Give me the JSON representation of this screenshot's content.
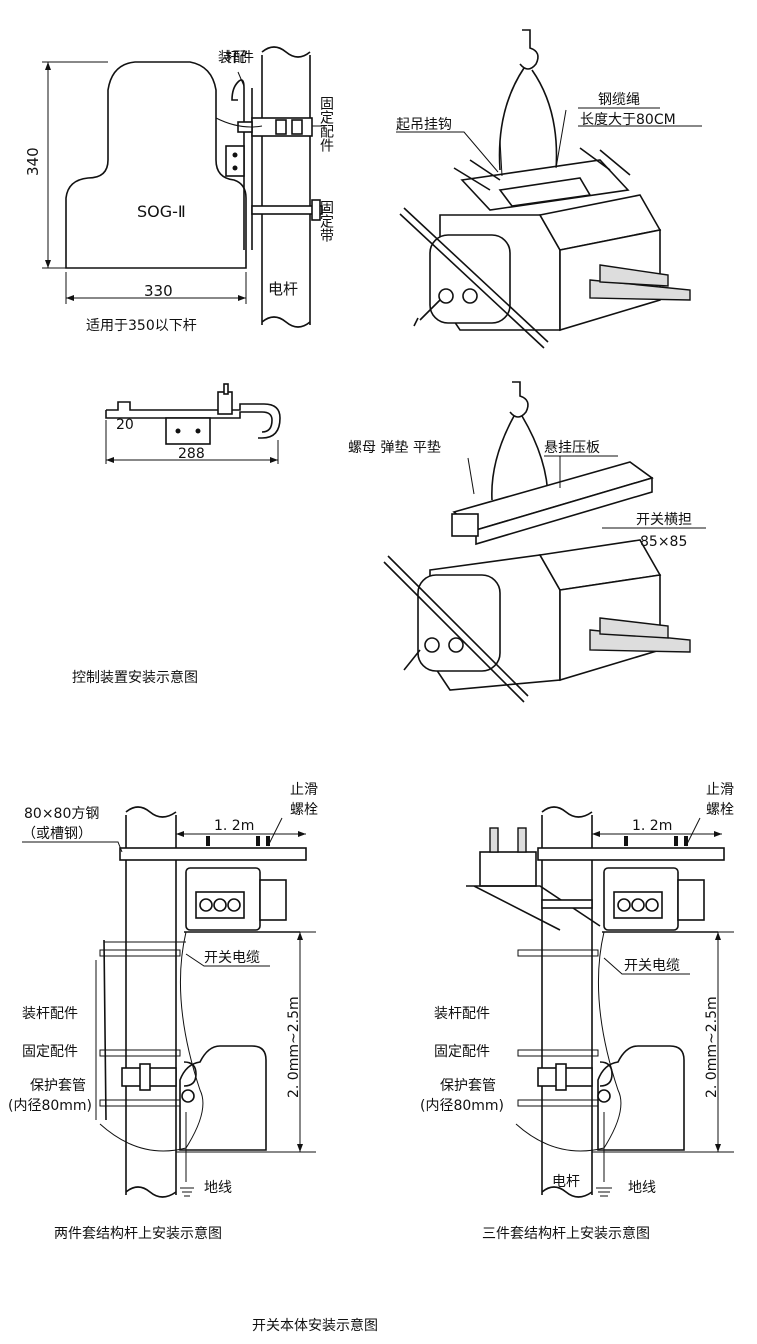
{
  "top_left": {
    "label_mount_part": "装杆配件",
    "label_fix_part": "固定配件",
    "label_fix_band": "固定带",
    "label_model": "SOG-Ⅱ",
    "dim_height": "340",
    "dim_width": "330",
    "label_pole": "电杆",
    "caption": "适用于350以下杆"
  },
  "bracket": {
    "dim_small": "20",
    "dim_length": "288"
  },
  "control_caption": "控制装置安装示意图",
  "top_right": {
    "label_cable_rope_1": "钢缆绳",
    "label_cable_rope_2": "长度大于80CM",
    "label_hook": "起吊挂钩"
  },
  "middle_right": {
    "label_nut_washers": "螺母 弹垫 平垫",
    "label_hanging_plate": "悬挂压板",
    "label_crossarm": "开关横担",
    "label_crossarm_size": "85×85"
  },
  "bottom_left": {
    "label_steel_1": "80×80方钢",
    "label_steel_2": "（或槽钢）",
    "label_stop_bolt_1": "止滑",
    "label_stop_bolt_2": "螺栓",
    "dim_span": "1. 2m",
    "label_switch_cable": "开关电缆",
    "dim_height": "2. 0mm~2.5m",
    "label_mount_part": "装杆配件",
    "label_fix_part": "固定配件",
    "label_sleeve_1": "保护套管",
    "label_sleeve_2": "(内径80mm)",
    "label_ground": "地线",
    "caption": "两件套结构杆上安装示意图"
  },
  "bottom_right": {
    "label_stop_bolt_1": "止滑",
    "label_stop_bolt_2": "螺栓",
    "dim_span": "1. 2m",
    "label_switch_cable": "开关电缆",
    "dim_height": "2. 0mm~2.5m",
    "label_mount_part": "装杆配件",
    "label_fix_part": "固定配件",
    "label_sleeve_1": "保护套管",
    "label_sleeve_2": "(内径80mm)",
    "label_pole": "电杆",
    "label_ground": "地线",
    "caption": "三件套结构杆上安装示意图"
  },
  "page_caption": "开关本体安装示意图"
}
